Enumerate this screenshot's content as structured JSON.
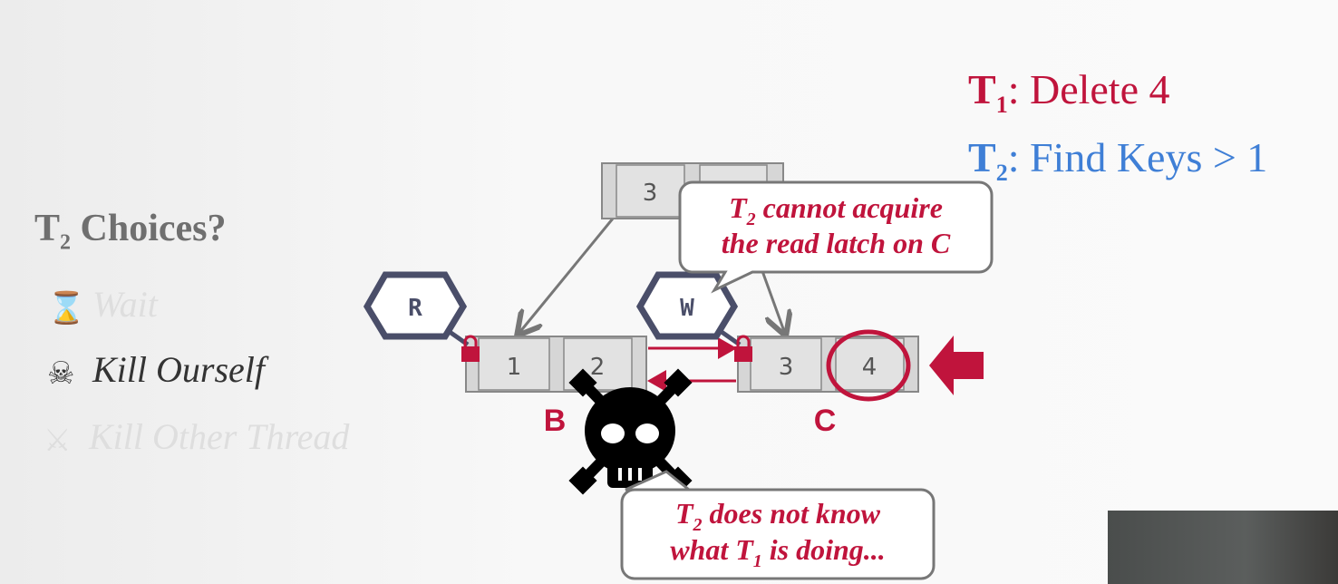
{
  "tasks": {
    "t1": {
      "name": "T",
      "sub": "1",
      "text": ": Delete 4"
    },
    "t2": {
      "name": "T",
      "sub": "2",
      "text": ": Find Keys > 1"
    }
  },
  "choices": {
    "title_pre": "T",
    "title_sub": "2",
    "title_post": " Choices?",
    "options": [
      {
        "icon": "hourglass-icon",
        "glyph": "⌛",
        "label": "Wait"
      },
      {
        "icon": "skull-crossbones-icon",
        "glyph": "☠",
        "label": "Kill Ourself"
      },
      {
        "icon": "fight-icon",
        "glyph": "⚔",
        "label": "Kill Other Thread"
      }
    ]
  },
  "tree": {
    "root": {
      "keys": [
        "3",
        ""
      ]
    },
    "B": {
      "label": "B",
      "keys": [
        "1",
        "2"
      ],
      "latch": "R"
    },
    "C": {
      "label": "C",
      "keys": [
        "3",
        "4"
      ],
      "latch": "W"
    }
  },
  "callouts": {
    "c1": {
      "line1_pre": "T",
      "line1_sub": "2",
      "line1_post": " cannot acquire",
      "line2": "the read latch on C"
    },
    "c2": {
      "line1_pre": "T",
      "line1_sub": "2",
      "line1_post": " does not know",
      "line2_pre": "what T",
      "line2_sub": "1",
      "line2_post": " is doing..."
    }
  },
  "colors": {
    "red": "#c0143c",
    "blue": "#3f7fd6",
    "gray": "#6f6f6f"
  }
}
